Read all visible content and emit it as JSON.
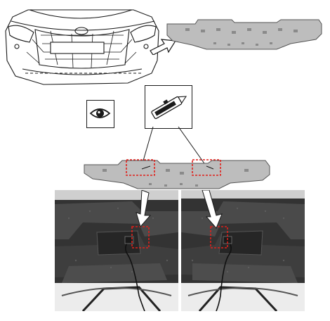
{
  "figure": {
    "panels": [
      {
        "id": "car-front-overview",
        "kind": "line-drawing"
      },
      {
        "id": "absorber-removed",
        "kind": "grey-part"
      },
      {
        "id": "view-indicator",
        "icon": "eye-icon"
      },
      {
        "id": "tool-callout",
        "icon": "utility-knife-icon"
      },
      {
        "id": "absorber-cut-locations",
        "kind": "grey-part"
      },
      {
        "id": "photo-left",
        "kind": "photo"
      },
      {
        "id": "photo-right",
        "kind": "photo"
      }
    ]
  },
  "colors": {
    "background": "#ffffff",
    "line": "#1a1a1a",
    "part_fill": "#bdbdbd",
    "foam_dark": "#3d3d3d",
    "highlight": "#e0201b",
    "arrow_fill": "#ffffff"
  }
}
